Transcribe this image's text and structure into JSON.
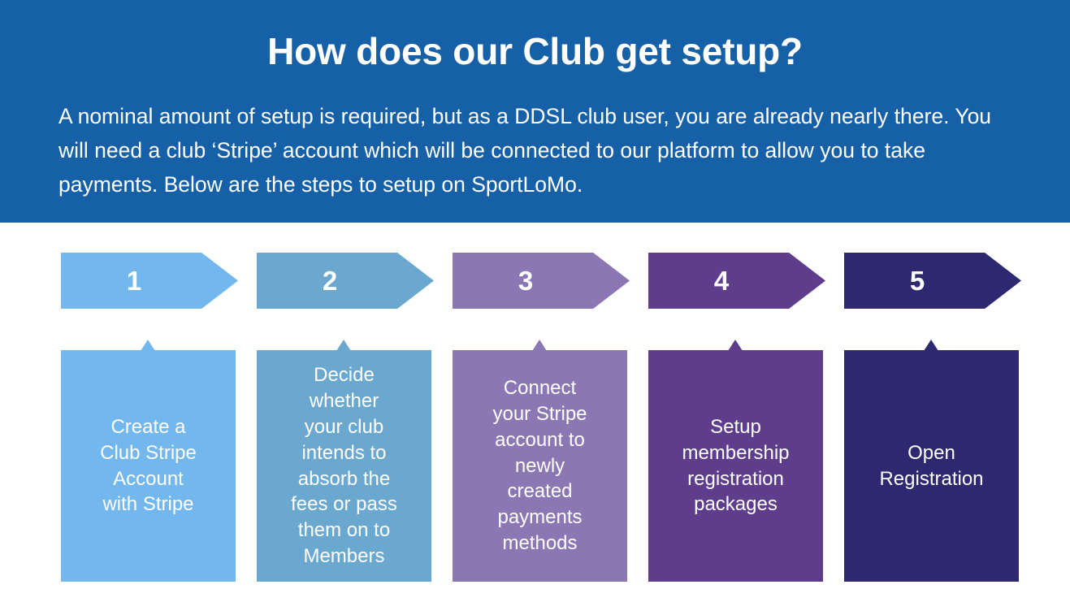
{
  "header": {
    "background_color": "#1660A8",
    "title": "How does our Club get setup?",
    "body": "A nominal amount of setup is required, but as a DDSL club user, you are already nearly there. You will need a club ‘Stripe’ account which will be connected to our platform to allow you to take payments.   Below are the steps to setup on SportLoMo."
  },
  "steps": [
    {
      "number": "1",
      "color": "#73B7EF",
      "text": "Create a\nClub Stripe\nAccount\nwith Stripe"
    },
    {
      "number": "2",
      "color": "#6BA8D0",
      "text": "Decide\nwhether\nyour club\nintends to\nabsorb the\nfees or pass\nthem on to\nMembers"
    },
    {
      "number": "3",
      "color": "#8B77B3",
      "text": "Connect\nyour Stripe\naccount to\nnewly\ncreated\npayments\nmethods"
    },
    {
      "number": "4",
      "color": "#5E3D8C",
      "text": "Setup\nmembership\nregistration\npackages"
    },
    {
      "number": "5",
      "color": "#2D2870",
      "text": "Open\nRegistration"
    }
  ]
}
